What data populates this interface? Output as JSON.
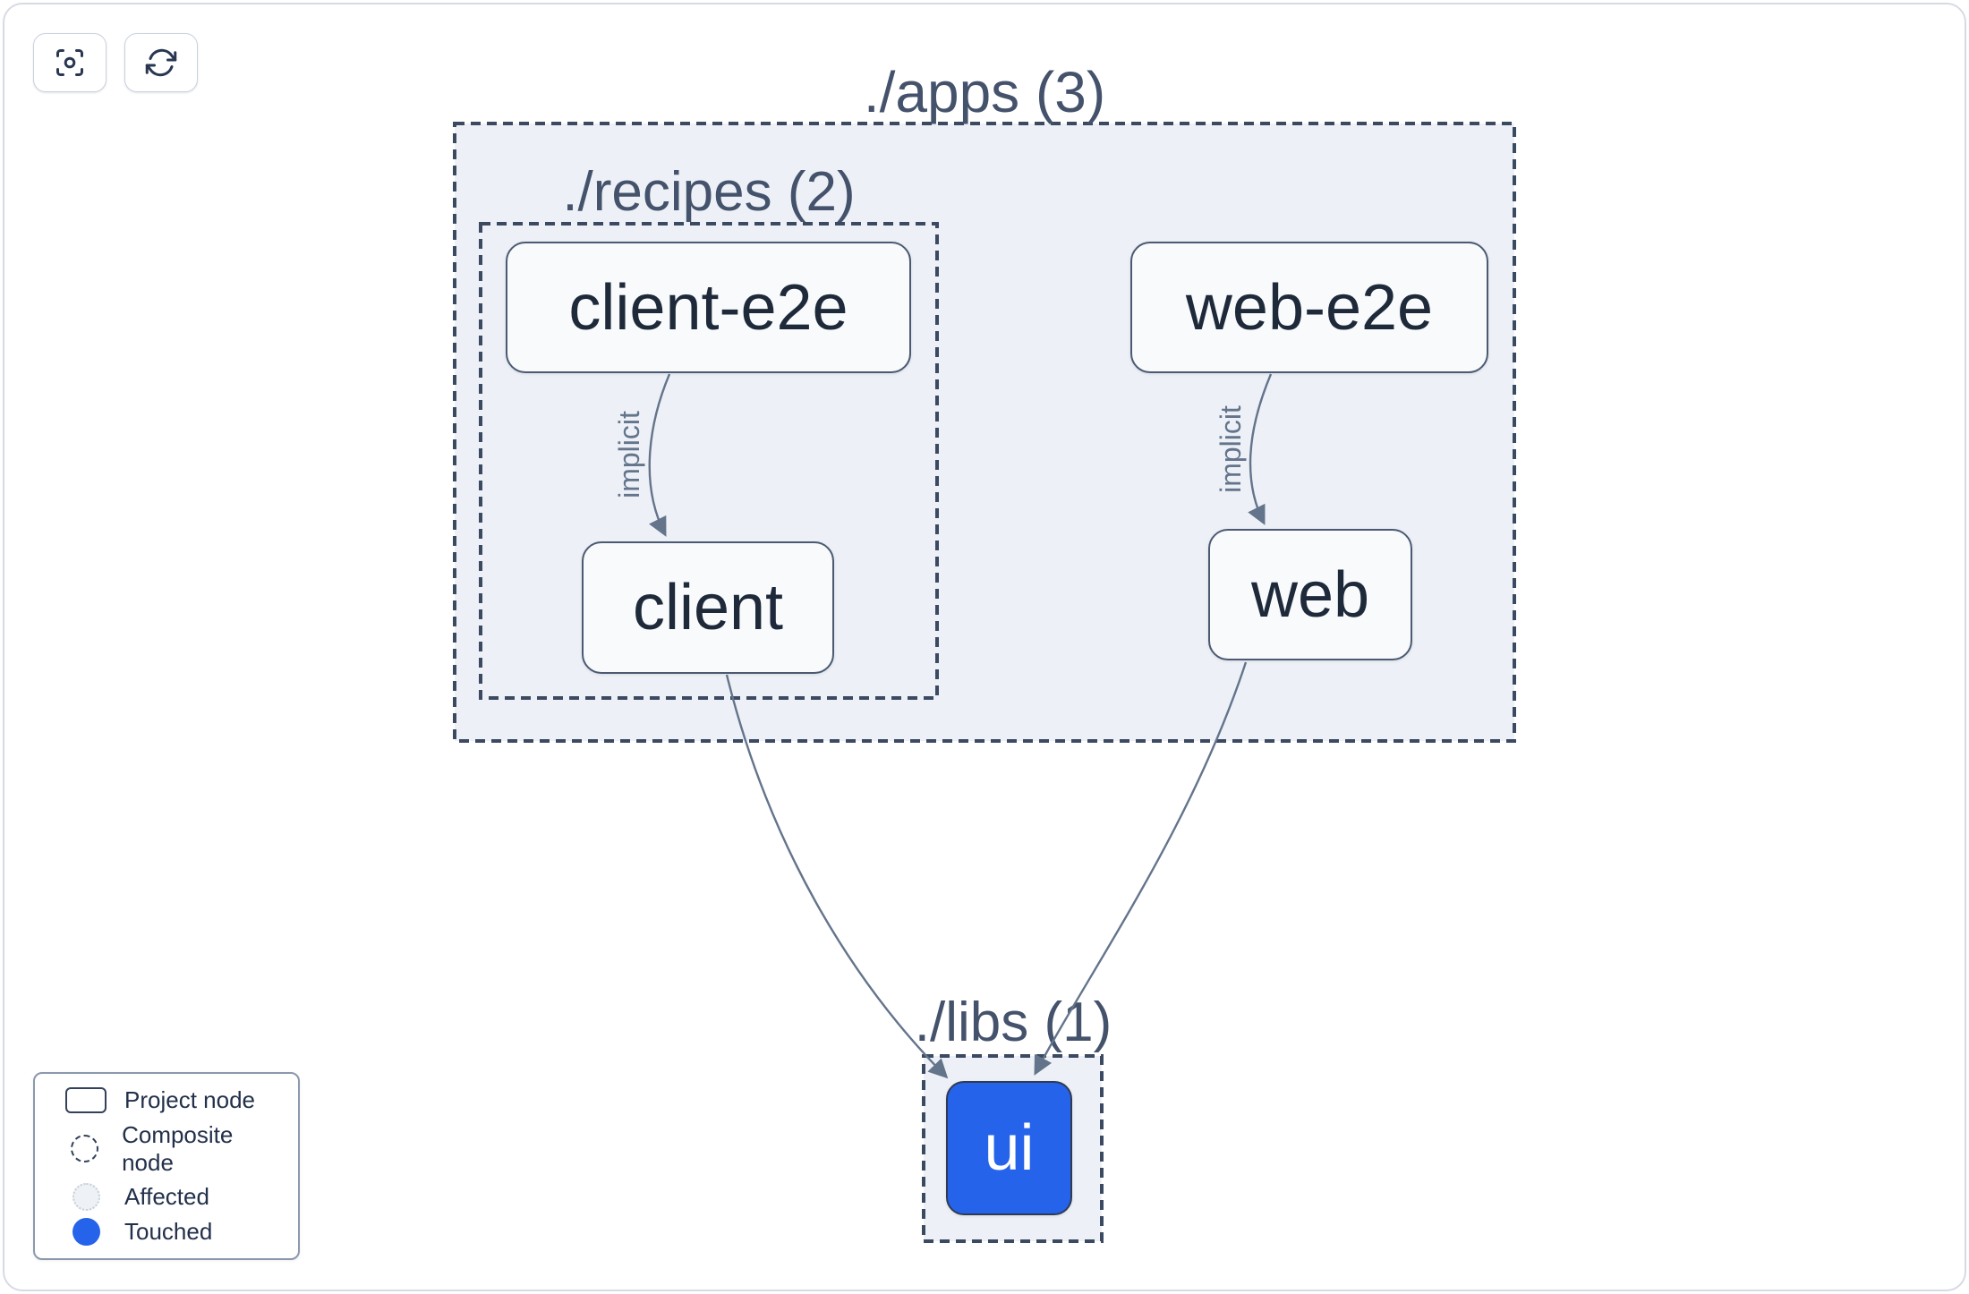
{
  "app": {
    "name": "project-graph"
  },
  "toolbar": {
    "buttons": [
      {
        "id": "focus",
        "icon": "focus-target-icon"
      },
      {
        "id": "refresh",
        "icon": "refresh-icon"
      }
    ]
  },
  "graph": {
    "containers": [
      {
        "id": "apps",
        "label": "./apps (3)"
      },
      {
        "id": "recipes",
        "label": "./recipes (2)"
      },
      {
        "id": "libs",
        "label": "./libs (1)"
      }
    ],
    "nodes": [
      {
        "id": "client-e2e",
        "label": "client-e2e",
        "state": "none",
        "container": "recipes"
      },
      {
        "id": "web-e2e",
        "label": "web-e2e",
        "state": "none",
        "container": "apps"
      },
      {
        "id": "client",
        "label": "client",
        "state": "none",
        "container": "recipes"
      },
      {
        "id": "web",
        "label": "web",
        "state": "none",
        "container": "apps"
      },
      {
        "id": "ui",
        "label": "ui",
        "state": "touched",
        "container": "libs"
      }
    ],
    "edges": [
      {
        "from": "client-e2e",
        "to": "client",
        "label": "implicit"
      },
      {
        "from": "web-e2e",
        "to": "web",
        "label": "implicit"
      },
      {
        "from": "client",
        "to": "ui",
        "label": ""
      },
      {
        "from": "web",
        "to": "ui",
        "label": ""
      }
    ]
  },
  "legend": {
    "items": [
      {
        "id": "project-node",
        "swatch": "project-node-swatch",
        "label": "Project node"
      },
      {
        "id": "composite-node",
        "swatch": "composite-node-swatch",
        "label": "Composite node"
      },
      {
        "id": "affected",
        "swatch": "affected-swatch",
        "label": "Affected"
      },
      {
        "id": "touched",
        "swatch": "touched-swatch",
        "label": "Touched"
      }
    ]
  },
  "colors": {
    "touched_blue": "#2563eb",
    "edge": "#64748b",
    "dashed_border": "#3b4a61",
    "container_fill": "#edf1f7",
    "node_border": "#4b5a72",
    "node_fill": "#f8fafc",
    "node_text": "#1e2a3a",
    "title_text": "#44526b"
  }
}
